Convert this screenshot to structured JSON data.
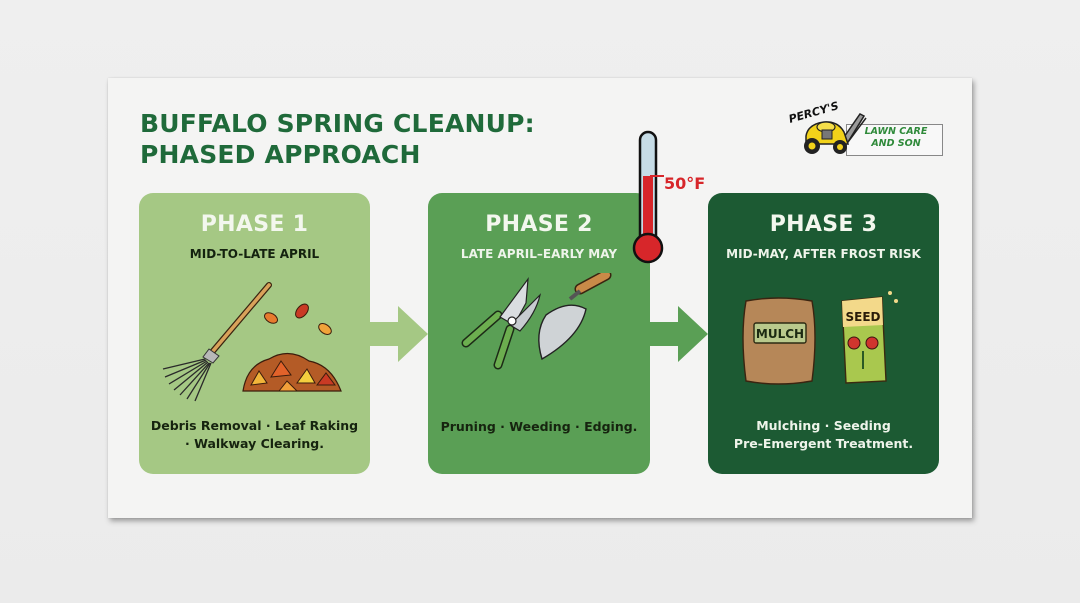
{
  "title": {
    "line1": "BUFFALO SPRING CLEANUP:",
    "line2": "PHASED APPROACH"
  },
  "logo": {
    "script": "PERCY'S",
    "line1": "LAWN CARE",
    "line2": "AND SON",
    "icon": "lawn-mower-icon"
  },
  "thermometer": {
    "label": "50°F",
    "icon": "thermometer-icon",
    "color": "#d7262a"
  },
  "phases": [
    {
      "title": "PHASE 1",
      "timing": "MID-TO-LATE APRIL",
      "tasks_line1": "Debris Removal · Leaf Raking",
      "tasks_line2": "· Walkway Clearing.",
      "icons": [
        "rake-icon",
        "leaf-pile-icon"
      ],
      "color": "#a5c884"
    },
    {
      "title": "PHASE 2",
      "timing": "LATE APRIL–EARLY MAY",
      "tasks_line1": "Pruning · Weeding · Edging.",
      "tasks_line2": "",
      "icons": [
        "pruning-shears-icon",
        "trowel-icon"
      ],
      "color": "#5a9f55"
    },
    {
      "title": "PHASE 3",
      "timing": "MID-MAY, AFTER FROST RISK",
      "tasks_line1": "Mulching · Seeding",
      "tasks_line2": "Pre-Emergent Treatment.",
      "icons": [
        "mulch-bag-icon",
        "seed-packet-icon"
      ],
      "bag_labels": {
        "mulch": "MULCH",
        "seed": "SEED"
      },
      "color": "#1c5a33"
    }
  ],
  "arrows": [
    {
      "icon": "arrow-right-icon",
      "color": "#a5c884"
    },
    {
      "icon": "arrow-right-icon",
      "color": "#5a9f55"
    }
  ]
}
